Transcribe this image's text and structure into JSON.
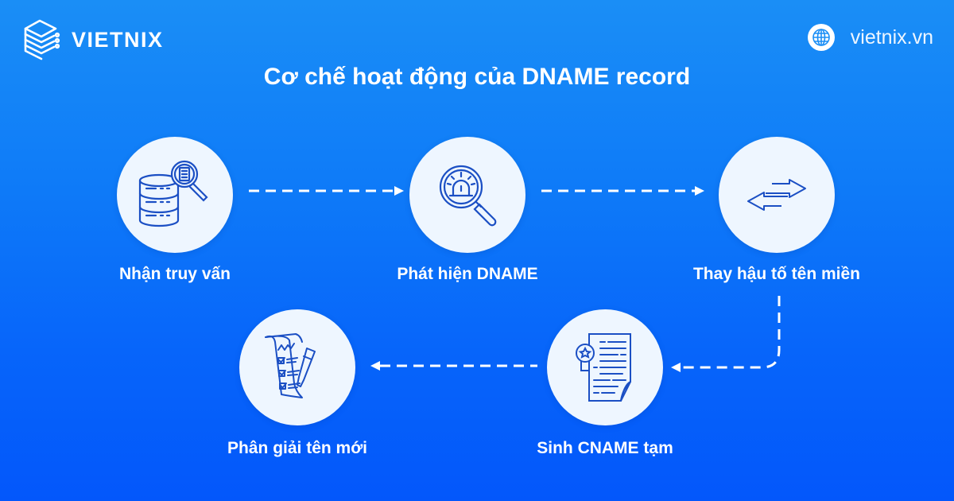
{
  "brand": {
    "logo_text": "VIETNIX",
    "logo_icon": "server-stack-icon",
    "site_url": "vietnix.vn",
    "site_icon": "globe-icon"
  },
  "title": "Cơ chế hoạt động của DNAME record",
  "colors": {
    "background_top": "#1a8ef6",
    "background_bottom": "#0357fb",
    "node_fill": "#eef6ff",
    "icon_stroke": "#1b4fc4",
    "text": "#ffffff"
  },
  "steps": [
    {
      "order": 1,
      "label": "Nhận truy vấn",
      "icon": "database-search-icon"
    },
    {
      "order": 2,
      "label": "Phát hiện DNAME",
      "icon": "alarm-magnifier-icon"
    },
    {
      "order": 3,
      "label": "Thay hậu tố tên miền",
      "icon": "swap-arrows-icon"
    },
    {
      "order": 4,
      "label": "Sinh CNAME tạm",
      "icon": "certificate-document-icon"
    },
    {
      "order": 5,
      "label": "Phân giải tên mới",
      "icon": "checklist-pen-icon"
    }
  ],
  "connectors": [
    {
      "from": 1,
      "to": 2,
      "style": "dashed",
      "direction": "right"
    },
    {
      "from": 2,
      "to": 3,
      "style": "dashed",
      "direction": "right"
    },
    {
      "from": 3,
      "to": 4,
      "style": "dashed",
      "direction": "down-then-left"
    },
    {
      "from": 4,
      "to": 5,
      "style": "dashed",
      "direction": "left"
    }
  ]
}
